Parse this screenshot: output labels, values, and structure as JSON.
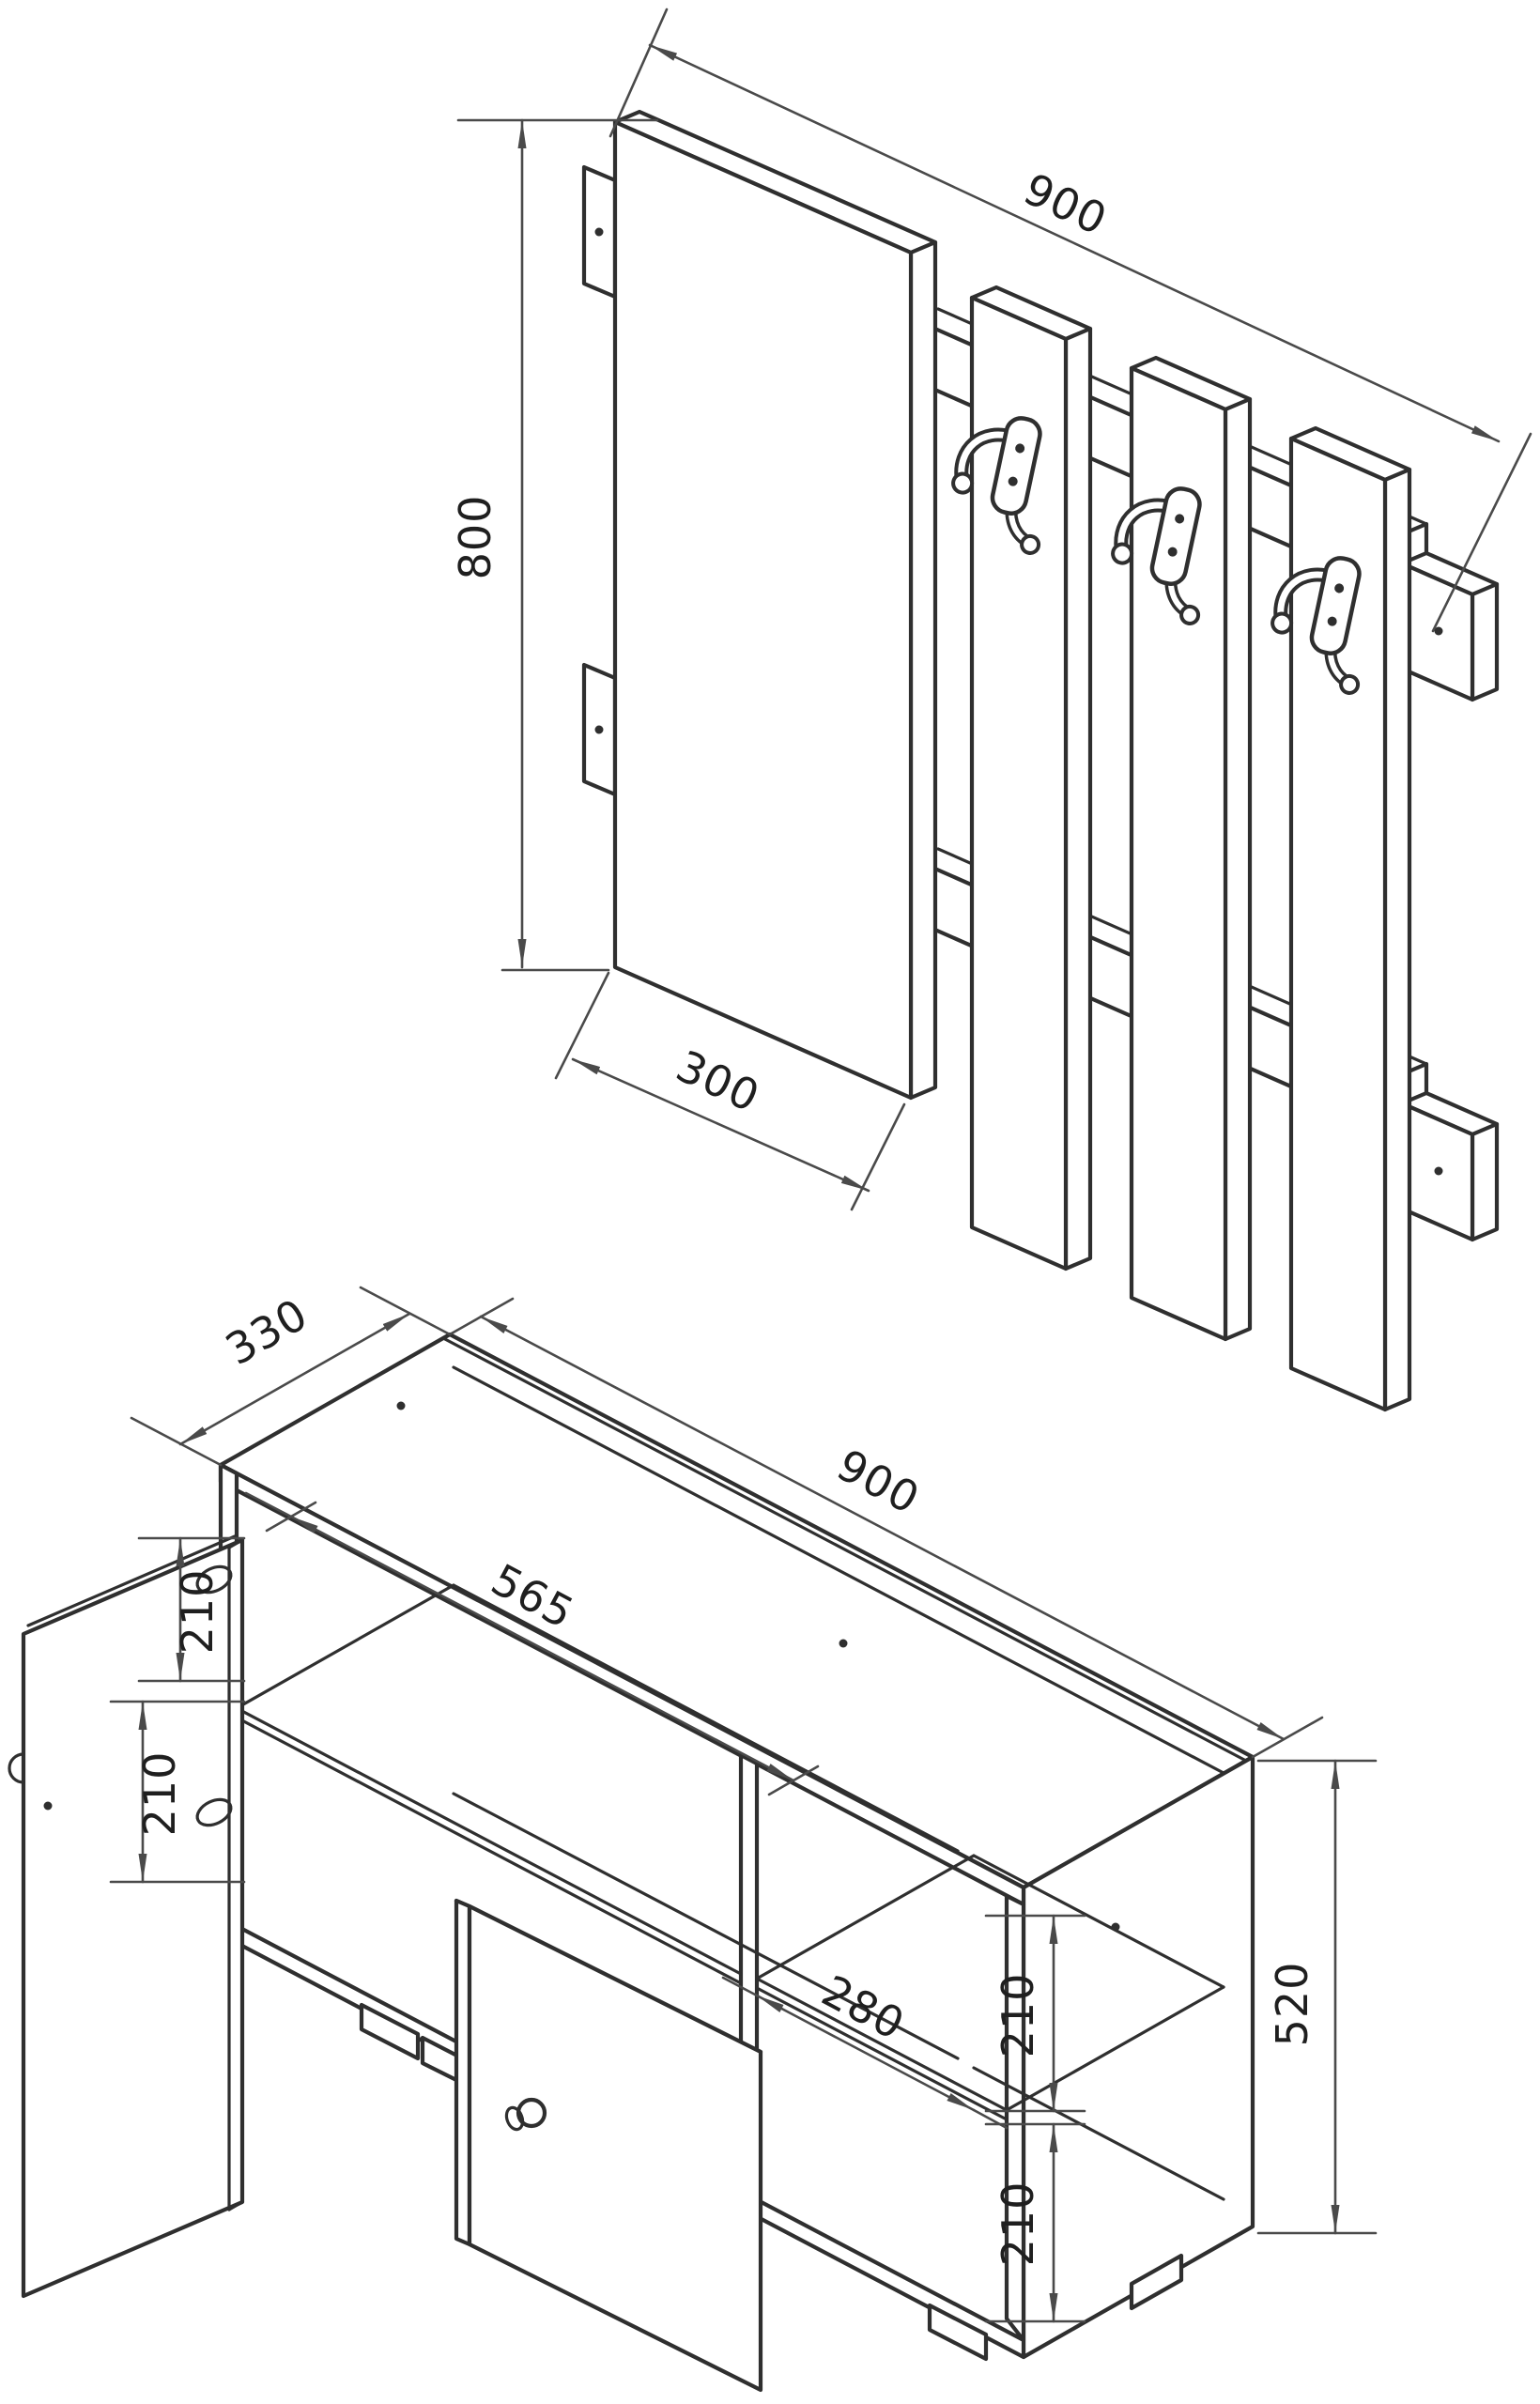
{
  "drawing": {
    "background": "#ffffff",
    "line_color": "#2f2f2f",
    "dim_color": "#4a4a4a",
    "coat_rack": {
      "width": "900",
      "height": "800",
      "panel_width": "300"
    },
    "cabinet": {
      "depth": "330",
      "width": "900",
      "interior_width": "565",
      "hinge_offset_top": "210",
      "hinge_spacing": "210",
      "opening_width": "280",
      "shelf_upper": "210",
      "shelf_lower": "210",
      "height": "520"
    }
  }
}
